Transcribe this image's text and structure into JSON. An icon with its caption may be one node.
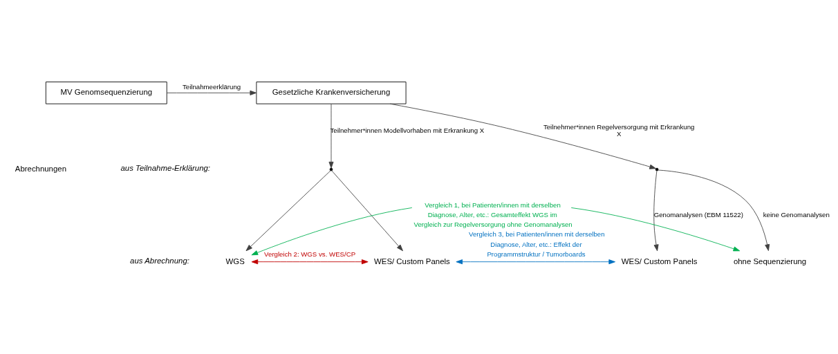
{
  "diagram": {
    "nodes": [
      {
        "text": [
          "MV Genomsequenzierung"
        ]
      },
      {
        "text": [
          "Gesetzliche Krankenversicherung"
        ]
      },
      {
        "text": [],
        "shape": "point"
      },
      {
        "text": [],
        "shape": "point"
      },
      {
        "text": [
          "WGS"
        ]
      },
      {
        "text": [
          "WES/ Custom Panels"
        ]
      },
      {
        "text": [
          "WES/ Custom Panels"
        ]
      },
      {
        "text": [
          "ohne Sequenzierung"
        ]
      }
    ],
    "edges": [
      {
        "from": 0,
        "to": 1,
        "arrow": "to",
        "label": "Teilnahmeerklärung"
      },
      {
        "from": 1,
        "to": 2,
        "arrow": "to",
        "label": "Teilnehmer*innen Modellvorhaben mit Erkrankung X"
      },
      {
        "from": 1,
        "to": 3,
        "arrow": "to",
        "label": "Teilnehmer*innen Regelversorgung mit Erkrankung X"
      },
      {
        "from": 2,
        "to": 4,
        "arrow": "to"
      },
      {
        "from": 2,
        "to": 5,
        "arrow": "to"
      },
      {
        "from": 3,
        "to": 6,
        "arrow": "to",
        "label": "Genomanalysen (EBM 11522)"
      },
      {
        "from": 3,
        "to": 7,
        "arrow": "to",
        "label": "keine Genomanalysen"
      },
      {
        "from": 4,
        "to": 5,
        "arrow": "both",
        "label": "Vergleich 2: WGS vs. WES/CP",
        "color": "#c00000"
      },
      {
        "from": 5,
        "to": 6,
        "arrow": "both",
        "label": "Vergleich 3, bei Patienten/innen mit derselben Diagnose, Alter, etc.: Effekt der Programmstruktur / Tumorboards",
        "color": "#0070c0"
      },
      {
        "from": 4,
        "to": 7,
        "arrow": "both",
        "label": "Vergleich 1, bei Patienten/innen mit derselben Diagnose, Alter, etc.: Gesamteffekt WGS im Vergleich zur Regelversorgung ohne Genomanalysen",
        "color": "#00b050"
      }
    ],
    "labels": [
      "Abrechnungen",
      "aus Teilnahme-Erklärung:",
      "aus Abrechnung:"
    ]
  }
}
